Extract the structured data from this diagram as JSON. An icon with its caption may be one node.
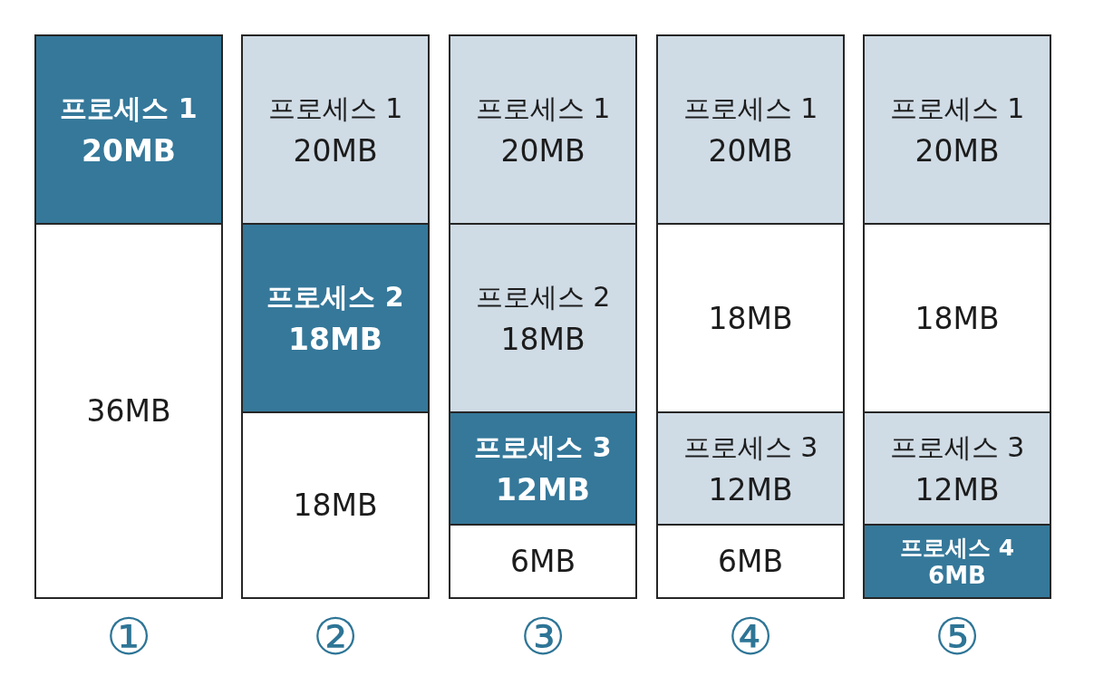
{
  "diagram": {
    "nodes": [
      {
        "text": [],
        "shape": "box",
        "beside": [
          "①"
        ]
      },
      {
        "text": [
          "프로세스 1",
          "20MB"
        ],
        "in": 0
      },
      {
        "text": [
          "36MB"
        ],
        "in": 0
      },
      {
        "text": [],
        "shape": "box",
        "beside": [
          "②"
        ]
      },
      {
        "text": [
          "프로세스 1",
          "20MB"
        ],
        "in": 3
      },
      {
        "text": [
          "프로세스 2",
          "18MB"
        ],
        "in": 3
      },
      {
        "text": [
          "18MB"
        ],
        "in": 3
      },
      {
        "text": [],
        "shape": "box",
        "beside": [
          "③"
        ]
      },
      {
        "text": [
          "프로세스 1",
          "20MB"
        ],
        "in": 7
      },
      {
        "text": [
          "프로세스 2",
          "18MB"
        ],
        "in": 7
      },
      {
        "text": [
          "프로세스 3",
          "12MB"
        ],
        "in": 7
      },
      {
        "text": [
          "6MB"
        ],
        "in": 7
      },
      {
        "text": [],
        "shape": "box",
        "beside": [
          "④"
        ]
      },
      {
        "text": [
          "프로세스 1",
          "20MB"
        ],
        "in": 12
      },
      {
        "text": [
          "18MB"
        ],
        "in": 12
      },
      {
        "text": [
          "프로세스 3",
          "12MB"
        ],
        "in": 12
      },
      {
        "text": [
          "6MB"
        ],
        "in": 12
      },
      {
        "text": [],
        "shape": "box",
        "beside": [
          "⑤"
        ]
      },
      {
        "text": [
          "프로세스 1",
          "20MB"
        ],
        "in": 17
      },
      {
        "text": [
          "18MB"
        ],
        "in": 17
      },
      {
        "text": [
          "프로세스 3",
          "12MB"
        ],
        "in": 17
      },
      {
        "text": [
          "프로세스 4",
          "6MB"
        ],
        "in": 17
      }
    ]
  }
}
